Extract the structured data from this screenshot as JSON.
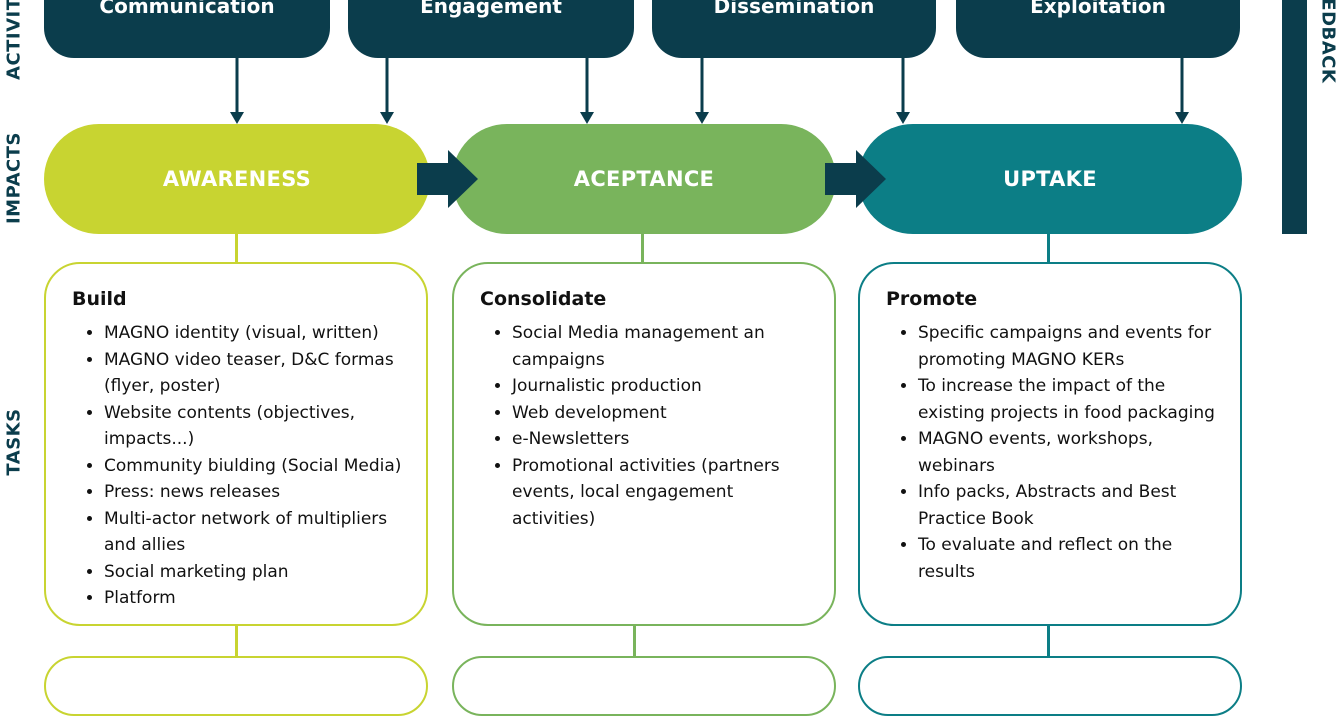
{
  "side_labels": {
    "activities": "ACTIVITIES",
    "impacts": "IMPACTS",
    "tasks": "TASKS",
    "feedback": "FEEDBACK"
  },
  "activities": [
    "Communication",
    "Engagement",
    "Dissemination",
    "Exploitation"
  ],
  "impacts": [
    {
      "label": "AWARENESS",
      "color": "#c8d431"
    },
    {
      "label": "ACEPTANCE",
      "color": "#79b45c"
    },
    {
      "label": "UPTAKE",
      "color": "#0c7e86"
    }
  ],
  "tasks": [
    {
      "title": "Build",
      "color": "#c8d431",
      "items": [
        "MAGNO identity (visual, written)",
        "MAGNO video teaser, D&C formas (flyer, poster)",
        "Website contents (objectives, impacts...)",
        "Community biulding (Social Media)",
        "Press: news releases",
        "Multi-actor network of multipliers and allies",
        "Social marketing plan",
        "Platform"
      ]
    },
    {
      "title": "Consolidate",
      "color": "#79b45c",
      "items": [
        "Social Media management an campaigns",
        "Journalistic production",
        "Web development",
        "e-Newsletters",
        "Promotional activities (partners events, local engagement activities)"
      ]
    },
    {
      "title": "Promote",
      "color": "#0c7e86",
      "items": [
        "Specific campaigns and events for promoting MAGNO KERs",
        "To increase the impact of the existing projects in food packaging",
        "MAGNO events, workshops, webinars",
        "Info packs, Abstracts and Best Practice Book",
        "To evaluate and reflect on the results"
      ]
    }
  ],
  "colors": {
    "dark": "#0b3d4c"
  }
}
